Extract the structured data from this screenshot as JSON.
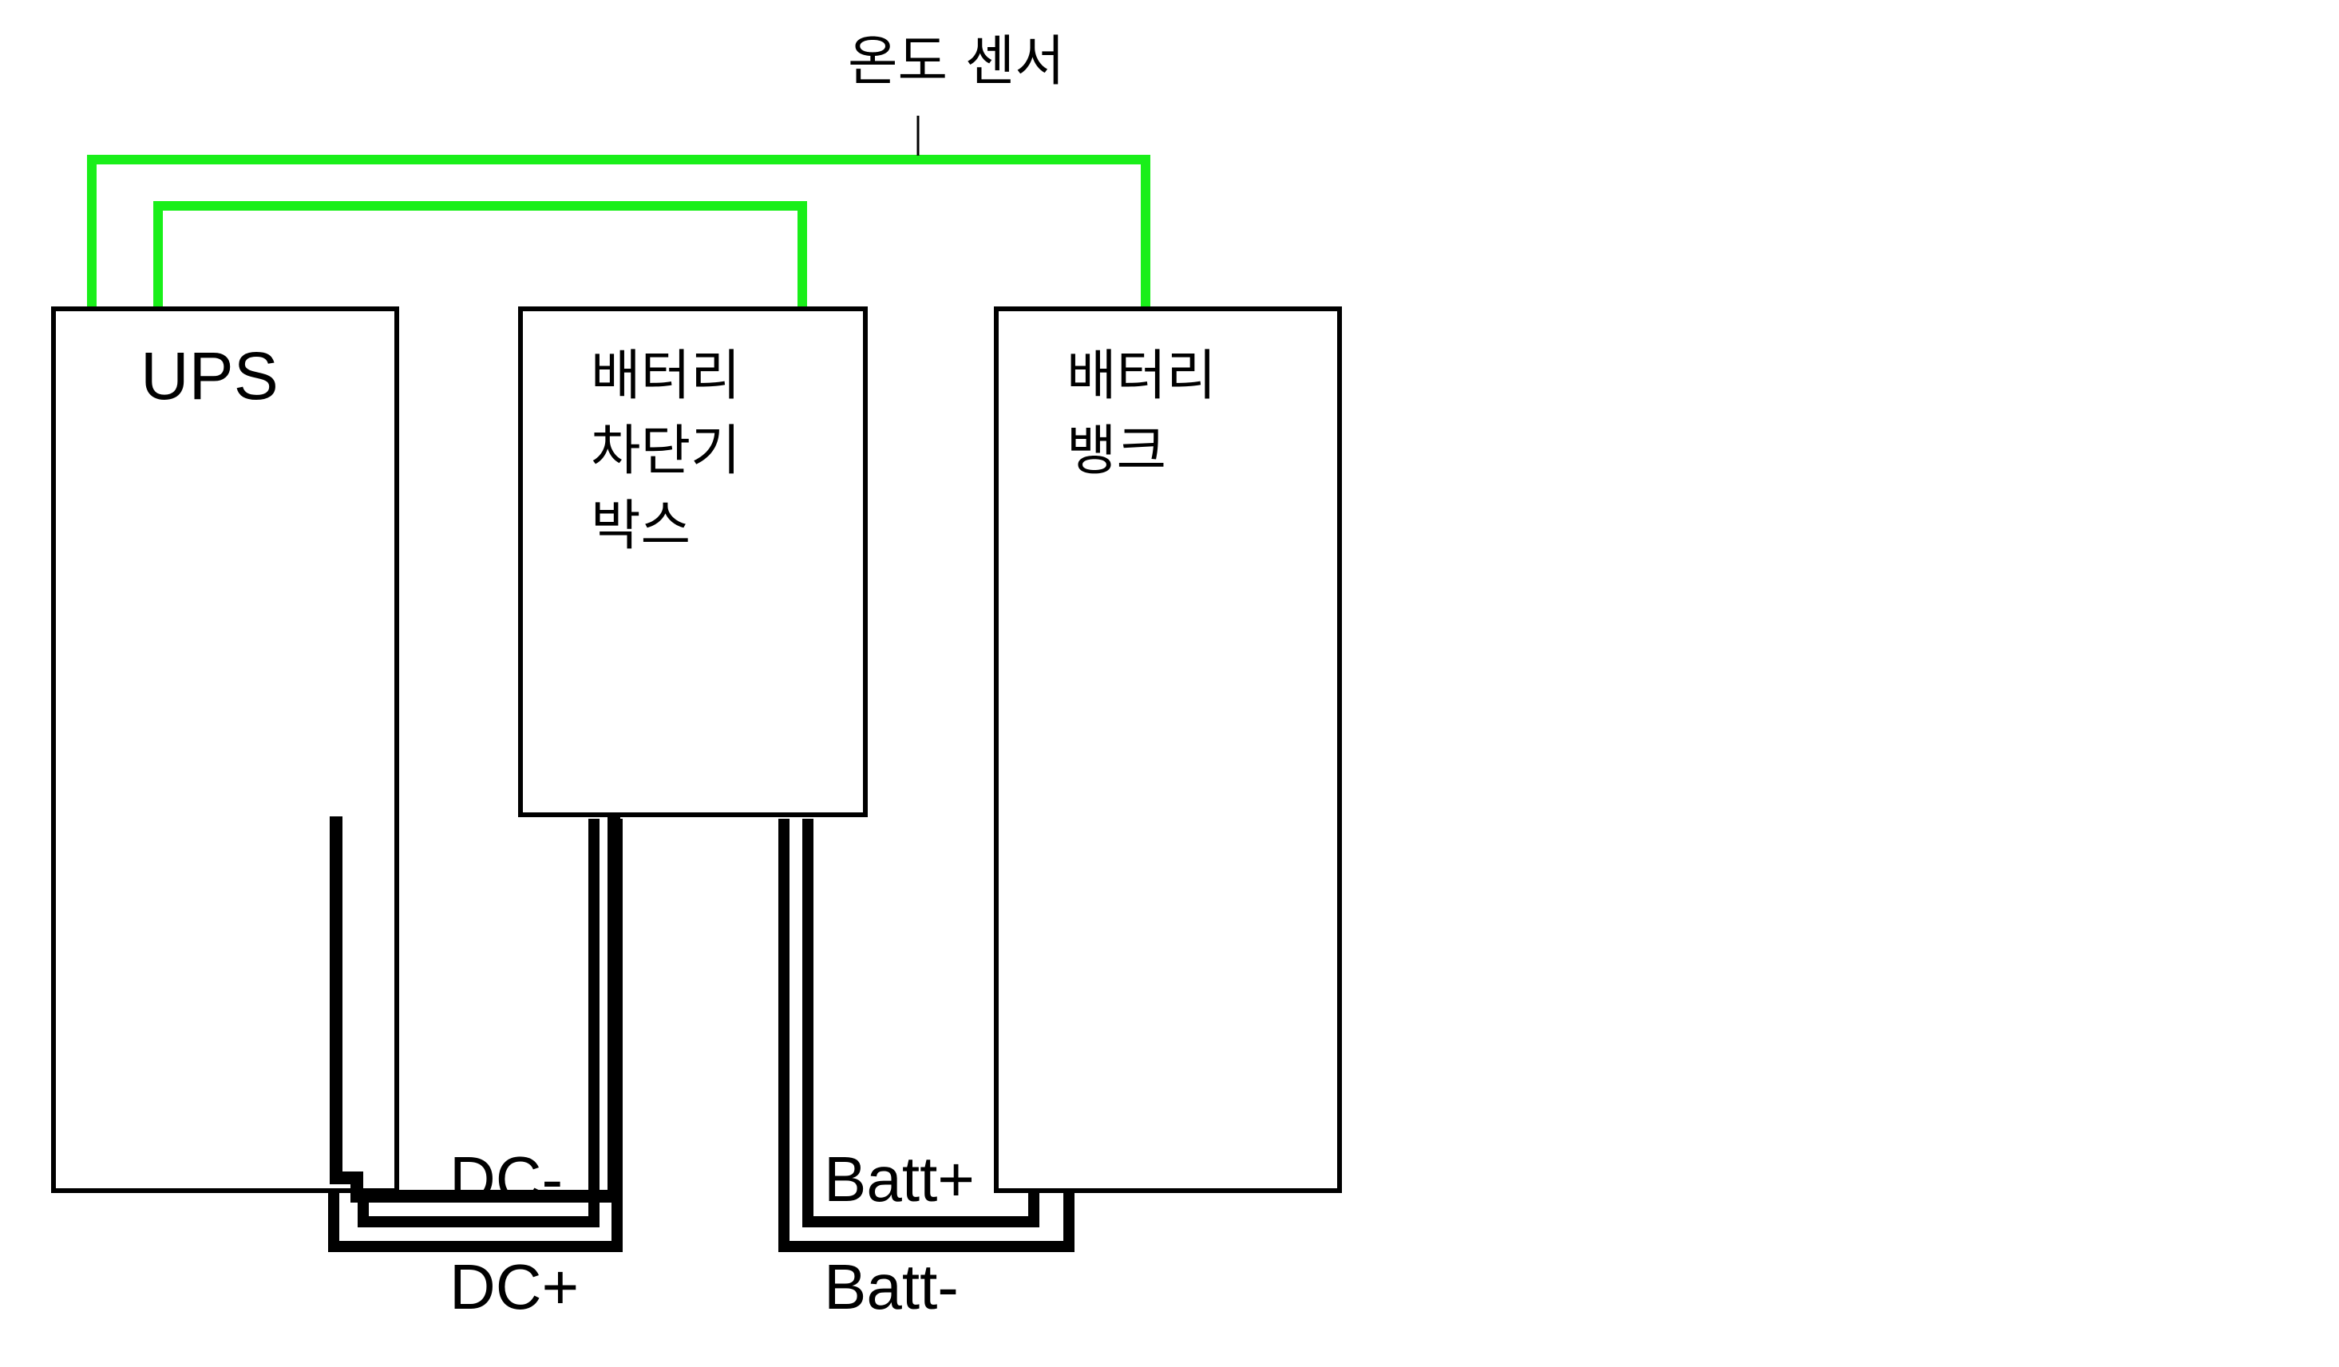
{
  "labels": {
    "sensor": "온도 센서",
    "ups": "UPS",
    "breaker_box": [
      "배터리",
      "차단기",
      "박스"
    ],
    "battery_bank": [
      "배터리",
      "뱅크"
    ],
    "dc_minus": "DC-",
    "dc_plus": "DC+",
    "batt_plus": "Batt+",
    "batt_minus": "Batt-"
  },
  "colors": {
    "sensor_wire": "#19ef19",
    "power_wire": "#000000",
    "box_outline": "#000000",
    "background": "#ffffff"
  }
}
